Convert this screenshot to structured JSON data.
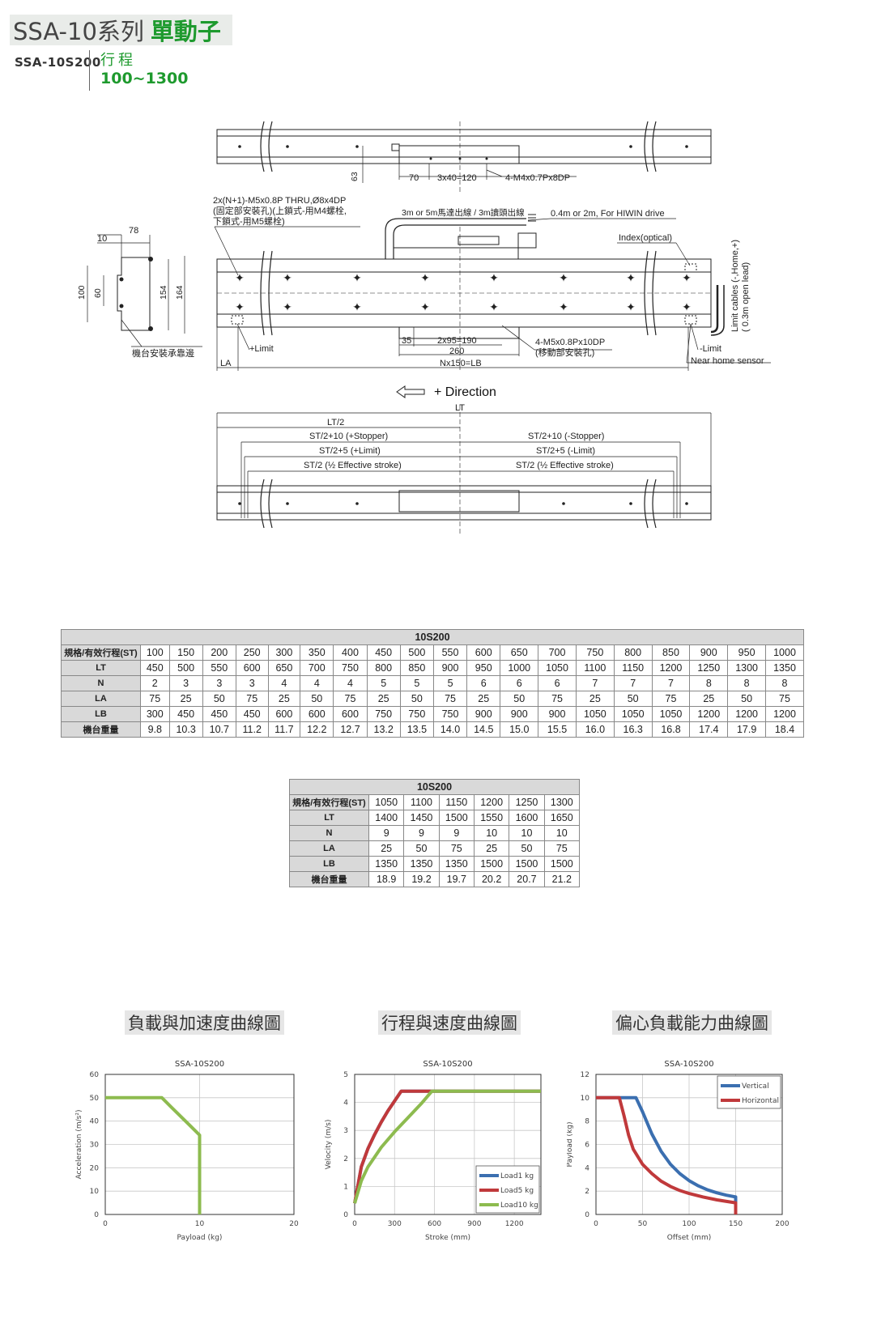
{
  "header": {
    "series_title": "SSA-10系列",
    "series_suffix": "單動子",
    "model": "SSA-10S200",
    "stroke_label": "行程",
    "stroke_range": "100~1300"
  },
  "drawing": {
    "top_dims": [
      "63",
      "70",
      "3x40=120",
      "4-M4x0.7Px8DP"
    ],
    "fixed_hole_note": [
      "2x(N+1)-M5x0.8P THRU,Ø8x4DP",
      "(固定部安裝孔)(上鎖式-用M4螺栓,",
      "下鎖式-用M5螺栓)"
    ],
    "cable_note": "3m or 5m馬達出線 / 3m讀頭出線",
    "drive_note": "0.4m or 2m, For HIWIN drive",
    "index_note": "Index(optical)",
    "limit_cables_note": [
      "Limit cables (-,Home,+)",
      "( 0.3m open lead)"
    ],
    "side_dims": [
      "10",
      "78",
      "100",
      "60",
      "154",
      "164"
    ],
    "mount_note": "機台安裝承靠邊",
    "plus_limit": "+Limit",
    "minus_limit": "-Limit",
    "near_home": "Near home sensor",
    "moving_hole_note": [
      "4-M5x0.8Px10DP",
      "(移動部安裝孔)"
    ],
    "bottom_dims": [
      "35",
      "2x95=190",
      "260",
      "Nx150=LB",
      "LA"
    ],
    "direction": "+ Direction",
    "lt": "LT",
    "lt_half": "LT/2",
    "left_labels": [
      "ST/2+10 (+Stopper)",
      "ST/2+5 (+Limit)",
      "ST/2 (½ Effective stroke)"
    ],
    "right_labels": [
      "ST/2+10 (-Stopper)",
      "ST/2+5 (-Limit)",
      "ST/2 (½ Effective stroke)"
    ]
  },
  "table1": {
    "title": "10S200",
    "rows": [
      {
        "label": "規格/有效行程(ST)",
        "values": [
          "100",
          "150",
          "200",
          "250",
          "300",
          "350",
          "400",
          "450",
          "500",
          "550",
          "600",
          "650",
          "700",
          "750",
          "800",
          "850",
          "900",
          "950",
          "1000"
        ]
      },
      {
        "label": "LT",
        "values": [
          "450",
          "500",
          "550",
          "600",
          "650",
          "700",
          "750",
          "800",
          "850",
          "900",
          "950",
          "1000",
          "1050",
          "1100",
          "1150",
          "1200",
          "1250",
          "1300",
          "1350"
        ]
      },
      {
        "label": "N",
        "values": [
          "2",
          "3",
          "3",
          "3",
          "4",
          "4",
          "4",
          "5",
          "5",
          "5",
          "6",
          "6",
          "6",
          "7",
          "7",
          "7",
          "8",
          "8",
          "8"
        ]
      },
      {
        "label": "LA",
        "values": [
          "75",
          "25",
          "50",
          "75",
          "25",
          "50",
          "75",
          "25",
          "50",
          "75",
          "25",
          "50",
          "75",
          "25",
          "50",
          "75",
          "25",
          "50",
          "75"
        ]
      },
      {
        "label": "LB",
        "values": [
          "300",
          "450",
          "450",
          "450",
          "600",
          "600",
          "600",
          "750",
          "750",
          "750",
          "900",
          "900",
          "900",
          "1050",
          "1050",
          "1050",
          "1200",
          "1200",
          "1200"
        ]
      },
      {
        "label": "機台重量",
        "values": [
          "9.8",
          "10.3",
          "10.7",
          "11.2",
          "11.7",
          "12.2",
          "12.7",
          "13.2",
          "13.5",
          "14.0",
          "14.5",
          "15.0",
          "15.5",
          "16.0",
          "16.3",
          "16.8",
          "17.4",
          "17.9",
          "18.4"
        ]
      }
    ]
  },
  "table2": {
    "title": "10S200",
    "rows": [
      {
        "label": "規格/有效行程(ST)",
        "values": [
          "1050",
          "1100",
          "1150",
          "1200",
          "1250",
          "1300"
        ]
      },
      {
        "label": "LT",
        "values": [
          "1400",
          "1450",
          "1500",
          "1550",
          "1600",
          "1650"
        ]
      },
      {
        "label": "N",
        "values": [
          "9",
          "9",
          "9",
          "10",
          "10",
          "10"
        ]
      },
      {
        "label": "LA",
        "values": [
          "25",
          "50",
          "75",
          "25",
          "50",
          "75"
        ]
      },
      {
        "label": "LB",
        "values": [
          "1350",
          "1350",
          "1350",
          "1500",
          "1500",
          "1500"
        ]
      },
      {
        "label": "機台重量",
        "values": [
          "18.9",
          "19.2",
          "19.7",
          "20.2",
          "20.7",
          "21.2"
        ]
      }
    ]
  },
  "chart_titles": [
    "負載與加速度曲線圖",
    "行程與速度曲線圖",
    "偏心負載能力曲線圖"
  ],
  "chart_data": [
    {
      "type": "line",
      "title": "SSA-10S200",
      "xlabel": "Payload (kg)",
      "ylabel": "Acceleration (m/s²)",
      "xlim": [
        0,
        20
      ],
      "ylim": [
        0,
        60
      ],
      "xticks": [
        0,
        10,
        20
      ],
      "yticks": [
        0,
        10,
        20,
        30,
        40,
        50,
        60
      ],
      "grid": true,
      "series": [
        {
          "color": "#8dbb4f",
          "points": [
            [
              0,
              50
            ],
            [
              6,
              50
            ],
            [
              7,
              46
            ],
            [
              8,
              42
            ],
            [
              9,
              38
            ],
            [
              10,
              34
            ],
            [
              10,
              0
            ]
          ]
        }
      ]
    },
    {
      "type": "line",
      "title": "SSA-10S200",
      "xlabel": "Stroke (mm)",
      "ylabel": "Velocity (m/s)",
      "xlim": [
        0,
        1400
      ],
      "ylim": [
        0,
        5
      ],
      "xticks": [
        0,
        300,
        600,
        900,
        1200
      ],
      "yticks": [
        0,
        1,
        2,
        3,
        4,
        5
      ],
      "grid": true,
      "legend": "bottom-right",
      "series": [
        {
          "name": "Load1 kg",
          "color": "#3b6fb0",
          "points": [
            [
              0,
              0.4
            ],
            [
              50,
              1.7
            ],
            [
              100,
              2.35
            ],
            [
              150,
              2.85
            ],
            [
              200,
              3.3
            ],
            [
              250,
              3.7
            ],
            [
              300,
              4.05
            ],
            [
              350,
              4.4
            ],
            [
              1400,
              4.4
            ]
          ]
        },
        {
          "name": "Load5 kg",
          "color": "#c0393b",
          "points": [
            [
              0,
              0.4
            ],
            [
              50,
              1.7
            ],
            [
              100,
              2.35
            ],
            [
              150,
              2.85
            ],
            [
              200,
              3.3
            ],
            [
              250,
              3.7
            ],
            [
              300,
              4.05
            ],
            [
              350,
              4.4
            ],
            [
              1400,
              4.4
            ]
          ]
        },
        {
          "name": "Load10 kg",
          "color": "#8dbb4f",
          "points": [
            [
              0,
              0.4
            ],
            [
              50,
              1.2
            ],
            [
              100,
              1.7
            ],
            [
              200,
              2.4
            ],
            [
              300,
              2.95
            ],
            [
              400,
              3.45
            ],
            [
              500,
              3.95
            ],
            [
              580,
              4.4
            ],
            [
              1400,
              4.4
            ]
          ]
        }
      ]
    },
    {
      "type": "line",
      "title": "SSA-10S200",
      "xlabel": "Offset (mm)",
      "ylabel": "Payload (kg)",
      "xlim": [
        0,
        200
      ],
      "ylim": [
        0,
        12
      ],
      "xticks": [
        0,
        50,
        100,
        150,
        200
      ],
      "yticks": [
        0,
        2,
        4,
        6,
        8,
        10,
        12
      ],
      "grid": true,
      "legend": "top-right",
      "series": [
        {
          "name": "Vertical",
          "color": "#3b6fb0",
          "points": [
            [
              0,
              10
            ],
            [
              43,
              10
            ],
            [
              50,
              8.8
            ],
            [
              60,
              6.9
            ],
            [
              70,
              5.4
            ],
            [
              80,
              4.3
            ],
            [
              90,
              3.5
            ],
            [
              100,
              2.9
            ],
            [
              110,
              2.45
            ],
            [
              120,
              2.1
            ],
            [
              130,
              1.85
            ],
            [
              140,
              1.65
            ],
            [
              150,
              1.5
            ],
            [
              150,
              0
            ]
          ]
        },
        {
          "name": "Horizontal",
          "color": "#c0393b",
          "points": [
            [
              0,
              10
            ],
            [
              25,
              10
            ],
            [
              30,
              8.5
            ],
            [
              35,
              6.8
            ],
            [
              40,
              5.6
            ],
            [
              50,
              4.3
            ],
            [
              60,
              3.5
            ],
            [
              70,
              2.85
            ],
            [
              80,
              2.4
            ],
            [
              90,
              2.05
            ],
            [
              100,
              1.8
            ],
            [
              115,
              1.5
            ],
            [
              130,
              1.25
            ],
            [
              150,
              1.0
            ],
            [
              150,
              0
            ]
          ]
        }
      ]
    }
  ]
}
